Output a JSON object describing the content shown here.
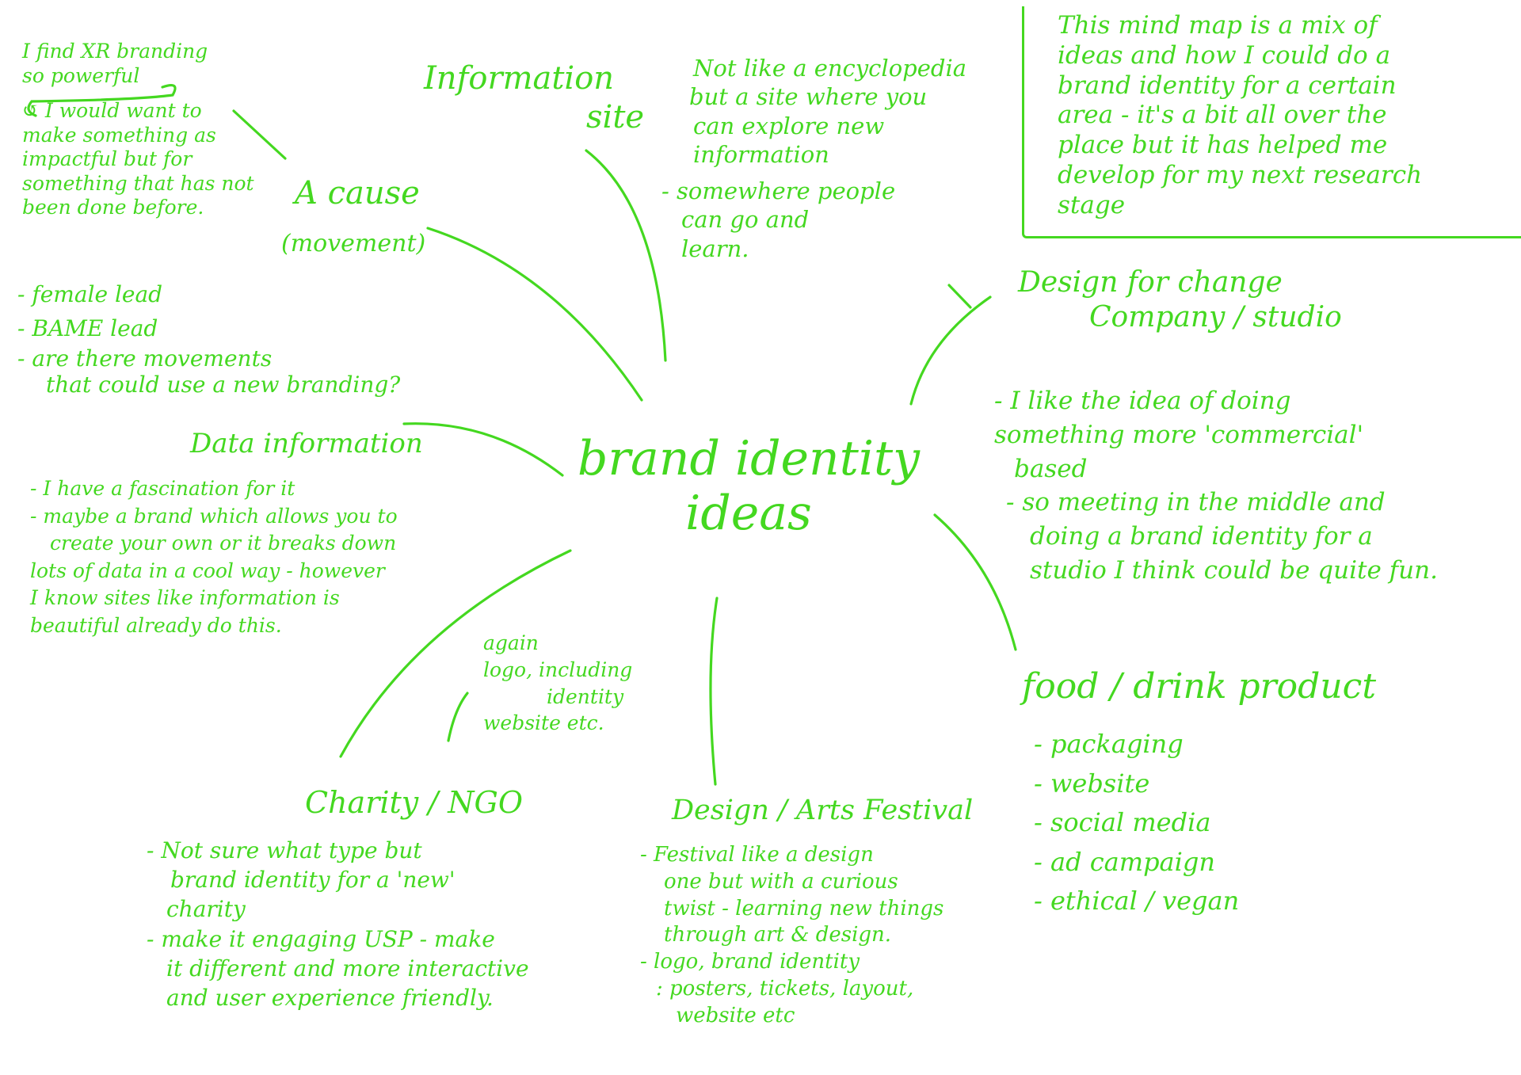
{
  "theme": {
    "ink": "#44d820",
    "paper": "#ffffff"
  },
  "center": {
    "line1": "brand identity",
    "line2": "ideas"
  },
  "note_box": {
    "lines": [
      "This mind map is a mix of",
      "ideas and how I could do a",
      "brand identity for a certain",
      "area - it's a bit all over the",
      "place but it has helped me",
      "develop for my next research",
      "stage"
    ]
  },
  "xr_note": {
    "lines": [
      "I find XR branding",
      "so powerful",
      "↺ I would want to",
      "make something as",
      "impactful but for",
      "something that has not",
      "been done before."
    ]
  },
  "cause": {
    "title": "A cause",
    "subtitle": "(movement)",
    "items": [
      "- female lead",
      "- BAME lead",
      "- are there movements",
      "that could use a new branding?"
    ]
  },
  "info_site": {
    "title_line1": "Information",
    "title_line2": "site",
    "lines": [
      "Not like a encyclopedia",
      "but a site where you",
      "can explore new",
      "information",
      "- somewhere people",
      "can go and",
      "learn."
    ]
  },
  "design_change": {
    "title_line1": "Design for change",
    "title_line2": "Company / studio",
    "lines": [
      "- I like the idea of doing",
      "something more 'commercial'",
      "based",
      "- so meeting in the middle and",
      "doing a brand identity for a",
      "studio I think could be quite fun."
    ]
  },
  "data_info": {
    "title": "Data information",
    "lines": [
      "- I have a fascination for it",
      "- maybe a brand which allows you to",
      "create your own or it breaks down",
      "lots of data in a cool way - however",
      "I know sites like information is",
      "beautiful already do this."
    ]
  },
  "again_note": {
    "lines": [
      "again",
      "logo, including",
      "identity",
      "website etc."
    ]
  },
  "charity": {
    "title": "Charity / NGO",
    "lines": [
      "- Not sure what type but",
      "brand identity for a 'new'",
      "charity",
      "- make it engaging USP - make",
      "it different and more interactive",
      "and user experience friendly."
    ]
  },
  "festival": {
    "title": "Design / Arts Festival",
    "lines": [
      "- Festival like a design",
      "one but with a curious",
      "twist - learning new things",
      "through art & design.",
      "- logo, brand identity",
      ": posters, tickets, layout,",
      "website etc"
    ]
  },
  "food": {
    "title": "food / drink product",
    "items": [
      "- packaging",
      "- website",
      "- social media",
      "- ad campaign",
      "- ethical / vegan"
    ]
  }
}
